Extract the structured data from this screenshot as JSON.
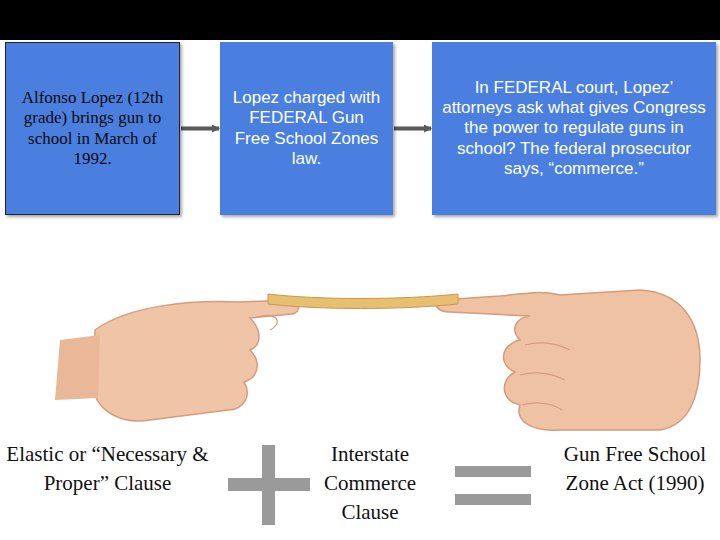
{
  "diagram": {
    "nodes": [
      {
        "text": [
          "Alfonso Lopez (12th grade) brings gun to school in March of 1992."
        ]
      },
      {
        "text": [
          "Lopez charged with FEDERAL Gun Free School Zones law."
        ]
      },
      {
        "text": [
          "In FEDERAL court, Lopez’ attorneys ask what gives Congress the power to regulate guns in school? The federal prosecutor says, “commerce.”"
        ]
      }
    ],
    "edges": [
      {
        "from": 0,
        "to": 1,
        "arrow": "to"
      },
      {
        "from": 1,
        "to": 2,
        "arrow": "to"
      }
    ],
    "labels": [
      "Elastic or “Necessary & Proper” Clause",
      "Interstate Commerce Clause",
      "Gun Free School Zone Act (1990)"
    ]
  }
}
